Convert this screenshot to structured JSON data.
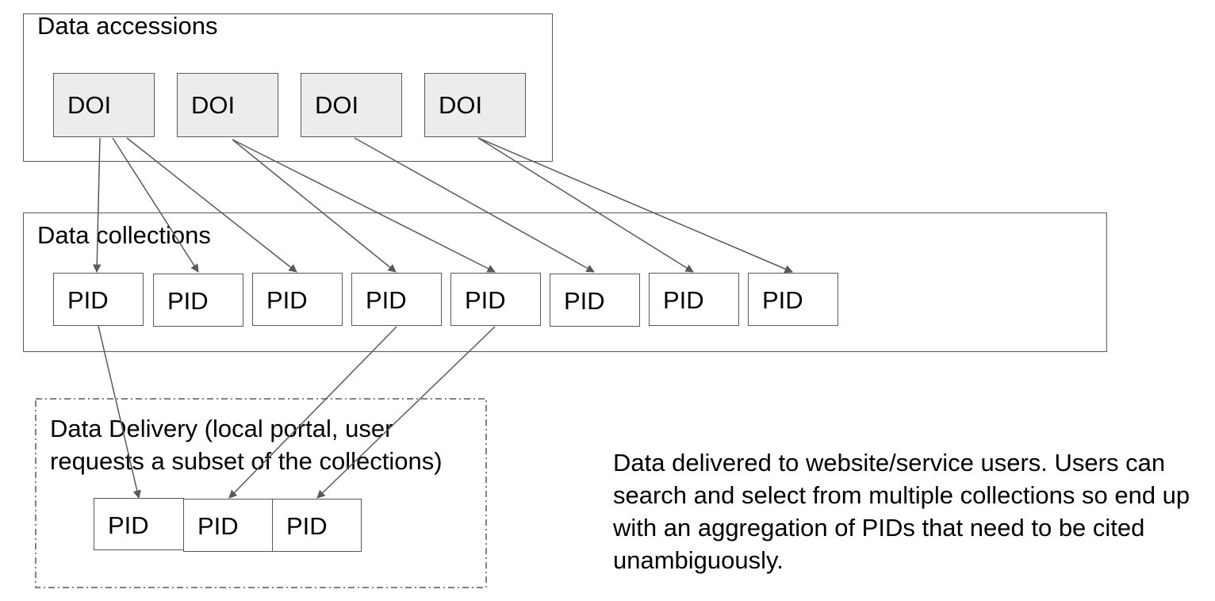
{
  "accessions": {
    "label": "Data accessions",
    "nodes": [
      "DOI",
      "DOI",
      "DOI",
      "DOI"
    ]
  },
  "collections": {
    "label": "Data collections",
    "nodes": [
      "PID",
      "PID",
      "PID",
      "PID",
      "PID",
      "PID",
      "PID",
      "PID"
    ]
  },
  "delivery": {
    "label": "Data Delivery (local portal, user requests a subset of the collections)",
    "nodes": [
      "PID",
      "PID",
      "PID"
    ]
  },
  "note": "Data delivered to website/service users. Users can search and select from multiple collections so end up with an aggregation of PIDs that need to be cited unambiguously.",
  "links": [
    {
      "from": "accessions.0",
      "to": "collections.0"
    },
    {
      "from": "accessions.0",
      "to": "collections.1"
    },
    {
      "from": "accessions.0",
      "to": "collections.2"
    },
    {
      "from": "accessions.1",
      "to": "collections.3"
    },
    {
      "from": "accessions.1",
      "to": "collections.4"
    },
    {
      "from": "accessions.2",
      "to": "collections.5"
    },
    {
      "from": "accessions.3",
      "to": "collections.6"
    },
    {
      "from": "accessions.3",
      "to": "collections.7"
    },
    {
      "from": "collections.0",
      "to": "delivery.0"
    },
    {
      "from": "collections.3",
      "to": "delivery.1"
    },
    {
      "from": "collections.4",
      "to": "delivery.2"
    }
  ],
  "colors": {
    "line": "#595959",
    "doi_fill": "#ececec",
    "pid_fill": "#ffffff"
  }
}
